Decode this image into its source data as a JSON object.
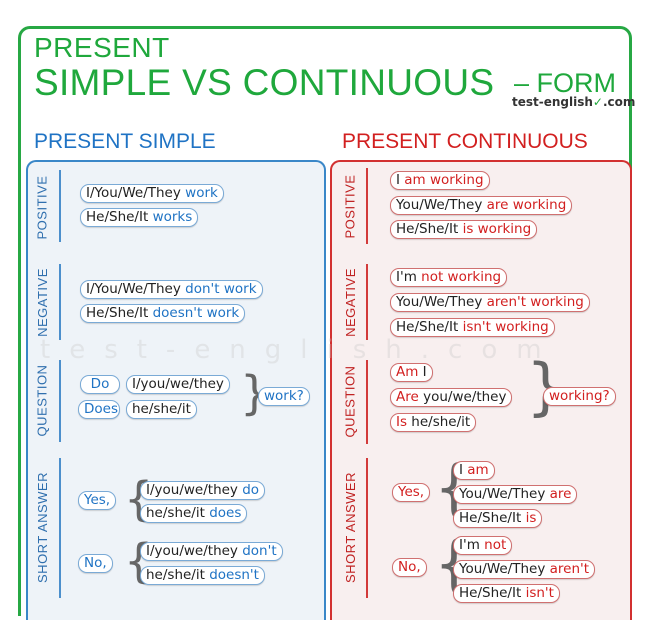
{
  "title": {
    "line1": "PRESENT",
    "line2": "SIMPLE VS CONTINUOUS",
    "line3": "– FORM",
    "brand": "test-english",
    "brand_tail": ".com",
    "brand_mark": "check-icon",
    "color": "#1fa83c"
  },
  "watermark": "test-english.com",
  "simple": {
    "title": "PRESENT SIMPLE",
    "color": "#1f73c4",
    "positive": {
      "label": "POSITIVE",
      "row1_subj": "I/You/We/They ",
      "row1_verb": "work",
      "row2_subj": "He/She/It ",
      "row2_verb": "works"
    },
    "negative": {
      "label": "NEGATIVE",
      "row1_subj": "I/You/We/They ",
      "row1_verb": "don't work",
      "row2_subj": "He/She/It ",
      "row2_verb": "doesn't work"
    },
    "question": {
      "label": "QUESTION",
      "aux1": "Do",
      "subj1": "I/you/we/they",
      "aux2": "Does",
      "subj2": "he/she/it",
      "verb": "work?"
    },
    "short": {
      "label": "SHORT ANSWER",
      "yes": "Yes,",
      "yes1_subj": "I/you/we/they ",
      "yes1_verb": "do",
      "yes2_subj": "he/she/it ",
      "yes2_verb": "does",
      "no": "No,",
      "no1_subj": "I/you/we/they ",
      "no1_verb": "don't",
      "no2_subj": "he/she/it ",
      "no2_verb": "doesn't"
    }
  },
  "continuous": {
    "title": "PRESENT CONTINUOUS",
    "color": "#d21f1f",
    "positive": {
      "label": "POSITIVE",
      "row1_subj": "I ",
      "row1_verb": "am working",
      "row2_subj": "You/We/They ",
      "row2_verb": "are working",
      "row3_subj": "He/She/It ",
      "row3_verb": "is working"
    },
    "negative": {
      "label": "NEGATIVE",
      "row1_subj": "I'm ",
      "row1_verb": "not working",
      "row2_subj": "You/We/They ",
      "row2_verb": "aren't working",
      "row3_subj": "He/She/It ",
      "row3_verb": "isn't working"
    },
    "question": {
      "label": "QUESTION",
      "aux1": "Am",
      "subj1": " I",
      "aux2": "Are",
      "subj2": " you/we/they",
      "aux3": "Is",
      "subj3": " he/she/it",
      "verb": "working?"
    },
    "short": {
      "label": "SHORT ANSWER",
      "yes": "Yes,",
      "yes1_subj": "I ",
      "yes1_verb": "am",
      "yes2_subj": "You/We/They ",
      "yes2_verb": "are",
      "yes3_subj": "He/She/It ",
      "yes3_verb": "is",
      "no": "No,",
      "no1_subj": "I'm ",
      "no1_verb": "not",
      "no2_subj": "You/We/They ",
      "no2_verb": "aren't",
      "no3_subj": "He/She/It ",
      "no3_verb": "isn't"
    }
  }
}
